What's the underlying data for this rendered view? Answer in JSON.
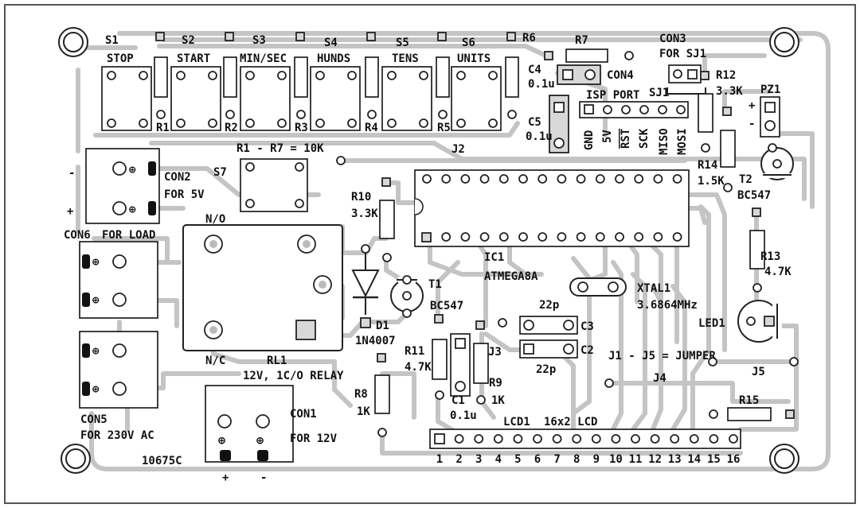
{
  "switches": {
    "s1": {
      "ref": "S1",
      "name": "STOP"
    },
    "s2": {
      "ref": "S2",
      "name": "START"
    },
    "s3": {
      "ref": "S3",
      "name": "MIN/SEC"
    },
    "s4": {
      "ref": "S4",
      "name": "HUNDS"
    },
    "s5": {
      "ref": "S5",
      "name": "TENS"
    },
    "s6": {
      "ref": "S6",
      "name": "UNITS"
    },
    "s7": {
      "ref": "S7"
    }
  },
  "resistors": {
    "r1": "R1",
    "r2": "R2",
    "r3": "R3",
    "r4": "R4",
    "r5": "R5",
    "r6": "R6",
    "r7": "R7",
    "note": "R1 - R7 = 10K",
    "r8": "R8",
    "r8_val": "1K",
    "r9": "R9",
    "r9_val": "1K",
    "r10": "R10",
    "r10_val": "3.3K",
    "r11": "R11",
    "r11_val": "4.7K",
    "r12": "R12",
    "r12_val": "3.3K",
    "r13": "R13",
    "r13_val": "4.7K",
    "r14": "R14",
    "r14_val": "1.5K",
    "r15": "R15"
  },
  "capacitors": {
    "c1": "C1",
    "c1_val": "0.1u",
    "c2": "C2",
    "c3": "C3",
    "c23_val": "22p",
    "c4": "C4",
    "c4_val": "0.1u",
    "c5": "C5",
    "c5_val": "0.1u"
  },
  "connectors": {
    "con1": "CON1",
    "con1_note": "FOR 12V",
    "con1_plus": "+",
    "con1_minus": "-",
    "con2": "CON2",
    "con2_note": "FOR 5V",
    "con2_minus": "-",
    "con2_plus": "+",
    "con3": "CON3",
    "con3_note": "FOR SJ1",
    "con4": "CON4",
    "con5": "CON5",
    "con5_note": "FOR 230V AC",
    "con6": "CON6",
    "con6_note": "FOR LOAD",
    "sj1": "SJ1",
    "isp": "ISP PORT",
    "isp_pins": [
      "GND",
      "5V",
      "RST",
      "SCK",
      "MISO",
      "MOSI"
    ]
  },
  "semis": {
    "ic1": "IC1",
    "ic1_part": "ATMEGA8A",
    "j2": "J2",
    "j3": "J3",
    "j4": "J4",
    "j5": "J5",
    "jumper_note": "J1 - J5 = JUMPER",
    "t1": "T1",
    "t1_part": "BC547",
    "t2": "T2",
    "t2_part": "BC547",
    "d1": "D1",
    "d1_part": "1N4007",
    "led1": "LED1",
    "pz1": "PZ1",
    "pz_plus": "+",
    "pz_minus": "-",
    "xtal": "XTAL1",
    "xtal_val": "3.6864MHz"
  },
  "relay": {
    "ref": "RL1",
    "desc": "12V, 1C/O RELAY",
    "no": "N/O",
    "nc": "N/C"
  },
  "lcd": {
    "ref": "LCD1",
    "desc": "16x2 LCD",
    "pins": [
      "1",
      "2",
      "3",
      "4",
      "5",
      "6",
      "7",
      "8",
      "9",
      "10",
      "11",
      "12",
      "13",
      "14",
      "15",
      "16"
    ]
  },
  "board_code": "10675C"
}
